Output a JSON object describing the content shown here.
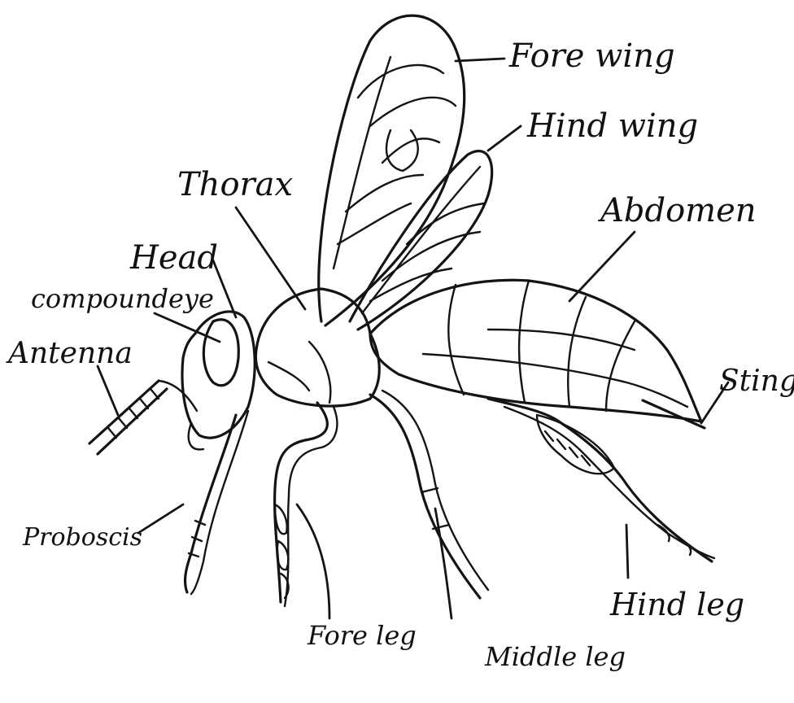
{
  "labels": {
    "fore_wing": "Fore wing",
    "hind_wing": "Hind wing",
    "thorax": "Thorax",
    "abdomen": "Abdomen",
    "head": "Head",
    "compound_eye": "compoundeye",
    "antenna": "Antenna",
    "sting": "Sting",
    "proboscis": "Proboscis",
    "fore_leg": "Fore leg",
    "middle_leg": "Middle leg",
    "hind_leg": "Hind leg"
  },
  "colors": {
    "ink": "#141414",
    "background": "#ffffff"
  }
}
